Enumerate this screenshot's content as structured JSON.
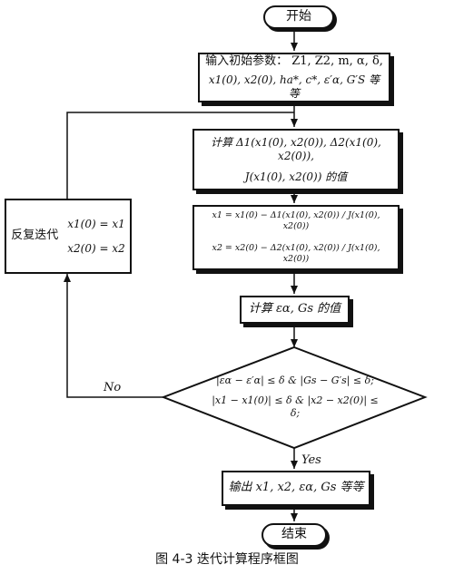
{
  "flowchart": {
    "start": "开始",
    "input": {
      "line1": "输入初始参数： Z1, Z2, m, α, δ,",
      "line2": "x1(0), x2(0), ha*, c*, ε′α, G′S 等等"
    },
    "compute1": {
      "line1": "计算 Δ1(x1(0), x2(0)), Δ2(x1(0), x2(0)),",
      "line2": "J(x1(0), x2(0)) 的值"
    },
    "update": {
      "line1": "x1 = x1(0) − Δ1(x1(0), x2(0)) / J(x1(0), x2(0))",
      "line2": "x2 = x2(0) − Δ2(x1(0), x2(0)) / J(x1(0), x2(0))"
    },
    "compute2": "计算 εα, Gs 的值",
    "decision": {
      "line1": "|εα − ε′α| ≤ δ & |Gs − G′s| ≤ δ;",
      "line2": "|x1 − x1(0)| ≤ δ & |x2 − x2(0)| ≤ δ;"
    },
    "loop": {
      "label": "反复迭代",
      "eq1": "x1(0) = x1",
      "eq2": "x2(0) = x2"
    },
    "output": "输出 x1, x2, εα, Gs 等等",
    "end": "结束",
    "no_label": "No",
    "yes_label": "Yes"
  },
  "caption": "图 4-3  迭代计算程序框图"
}
